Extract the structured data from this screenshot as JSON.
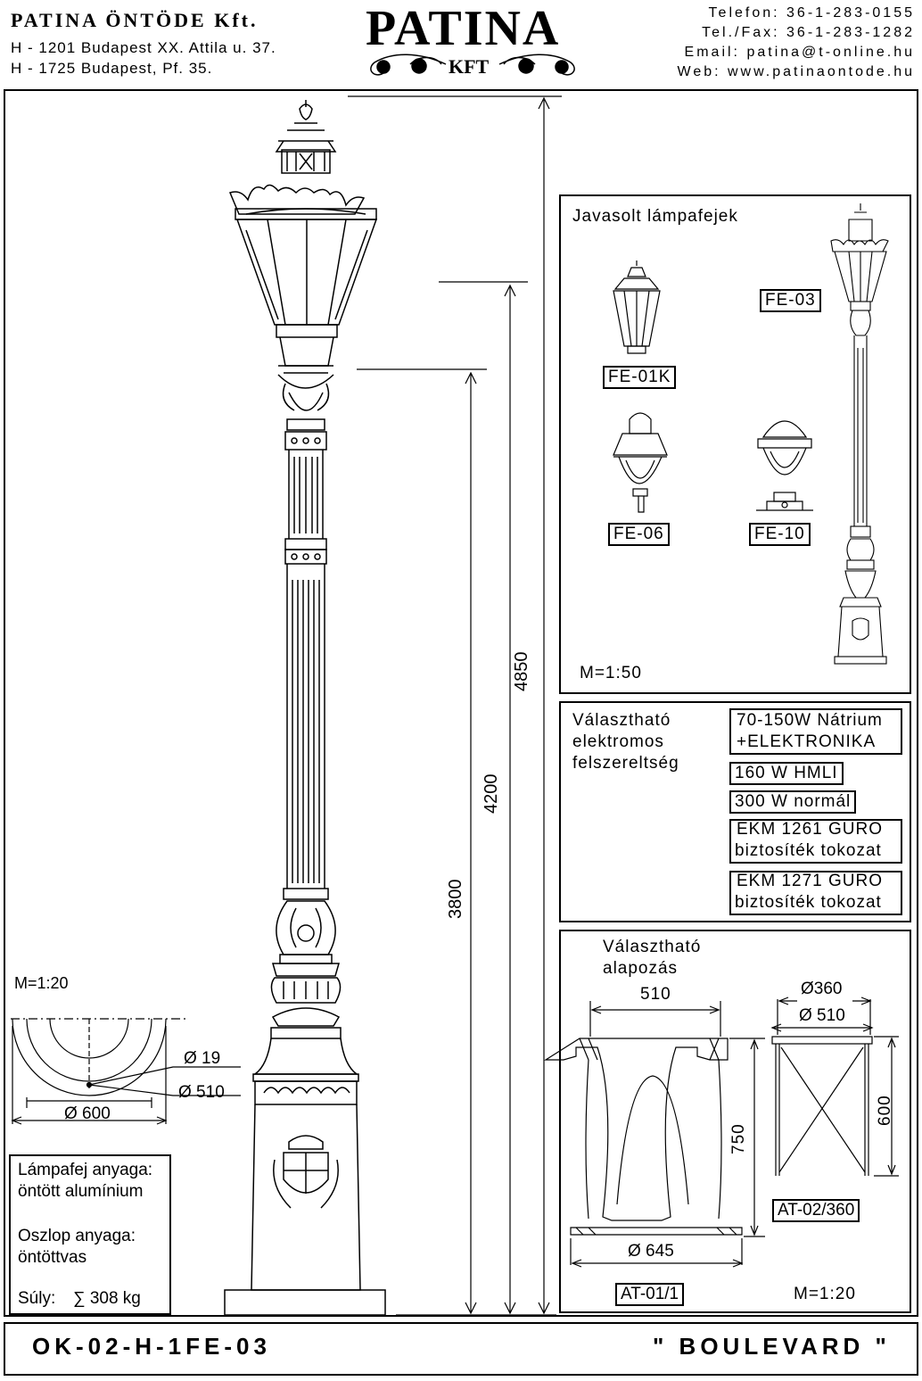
{
  "header": {
    "company": "PATINA ÖNTÖDE Kft.",
    "address1": "H - 1201 Budapest XX. Attila u. 37.",
    "address2": "H - 1725 Budapest, Pf. 35.",
    "logo_main": "PATINA",
    "logo_sub": "KFT",
    "phone": "Telefon: 36-1-283-0155",
    "fax": "Tel./Fax: 36-1-283-1282",
    "email": "Email: patina@t-online.hu",
    "web": "Web: www.patinaontode.hu"
  },
  "main_drawing": {
    "dim_total": "4850",
    "dim_mid": "4200",
    "dim_low": "3800",
    "scale": "M=1:20",
    "base_dims": {
      "d19": "Ø 19",
      "d510": "Ø 510",
      "d600": "Ø 600"
    },
    "materials": {
      "head_label": "Lámpafej anyaga:",
      "head_value": "öntött alumínium",
      "pole_label": "Oszlop anyaga:",
      "pole_value": "öntöttvas",
      "weight_label": "Súly:",
      "weight_value": "∑ 308 kg"
    }
  },
  "heads_panel": {
    "title": "Javasolt lámpafejek",
    "items": [
      "FE-03",
      "FE-01K",
      "FE-06",
      "FE-10"
    ],
    "scale": "M=1:50"
  },
  "electrical_panel": {
    "title_lines": [
      "Választható",
      "elektromos",
      "felszereltség"
    ],
    "opt1": [
      "70-150W Nátrium",
      "+ELEKTRONIKA"
    ],
    "opt2": "160 W HMLI",
    "opt3": "300 W normál",
    "opt4": [
      "EKM 1261 GURO",
      "biztosíték tokozat"
    ],
    "opt5": [
      "EKM 1271 GURO",
      "biztosíték tokozat"
    ]
  },
  "foundation_panel": {
    "title_lines": [
      "Választható",
      "alapozás"
    ],
    "dim_510": "510",
    "dim_750": "750",
    "dim_645": "Ø 645",
    "code1": "AT-01/1",
    "dim_360": "Ø360",
    "dim_d510": "Ø 510",
    "dim_600": "600",
    "code2": "AT-02/360",
    "scale": "M=1:20"
  },
  "footer": {
    "code": "OK-02-H-1FE-03",
    "name": "\" BOULEVARD \""
  }
}
